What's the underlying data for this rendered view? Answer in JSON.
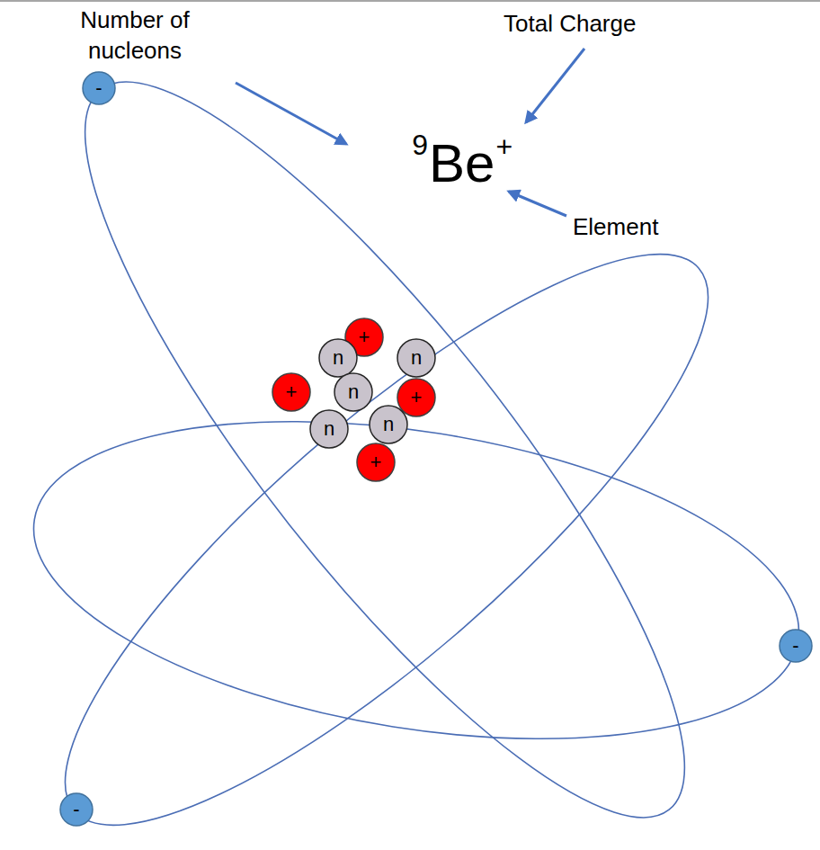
{
  "diagram": {
    "nodes": [
      {
        "text": [
          "-"
        ]
      },
      {
        "text": [
          "+"
        ]
      },
      {
        "text": [
          "n"
        ]
      },
      {
        "text": [
          "n"
        ]
      },
      {
        "text": [
          "+"
        ]
      },
      {
        "text": [
          "n"
        ]
      },
      {
        "text": [
          "+"
        ]
      },
      {
        "text": [
          "n"
        ]
      },
      {
        "text": [
          "n"
        ]
      },
      {
        "text": [
          "+"
        ]
      },
      {
        "text": [
          "-"
        ]
      },
      {
        "text": [
          "-"
        ]
      }
    ],
    "labels": [
      "Number of nucleons",
      "Total Charge",
      "9",
      "Be",
      "+",
      "Element"
    ]
  }
}
